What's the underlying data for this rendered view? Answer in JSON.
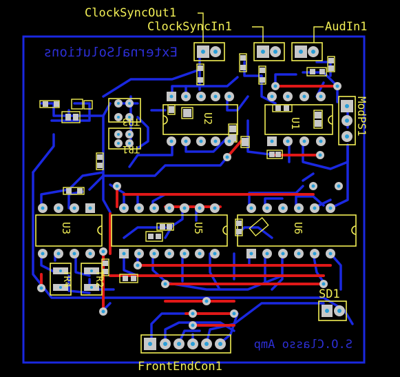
{
  "labels": {
    "clock_sync_out": "ClockSyncOut1",
    "clock_sync_in": "ClockSyncIn1",
    "aud_in": "AudIn1",
    "mod_ps": "ModPS1",
    "u1": "U1",
    "u2": "U2",
    "u3": "U3",
    "u5": "U5",
    "u6": "U6",
    "tr1": "TR1",
    "tr2": "TR2",
    "tr3": "TR3",
    "tr4": "TR4",
    "sd": "SD1",
    "front_end_con": "FrontEndCon1",
    "company_mirrored": "ExternalSolutions",
    "product_mirrored": "S.O.Classo Amp"
  },
  "colors": {
    "background": "#000000",
    "silkscreen": "#f2ef56",
    "bottom_copper": "#1a28e0",
    "top_copper": "#e01818",
    "pad": "#c8c8c8",
    "drill": "#2a9ed8"
  }
}
